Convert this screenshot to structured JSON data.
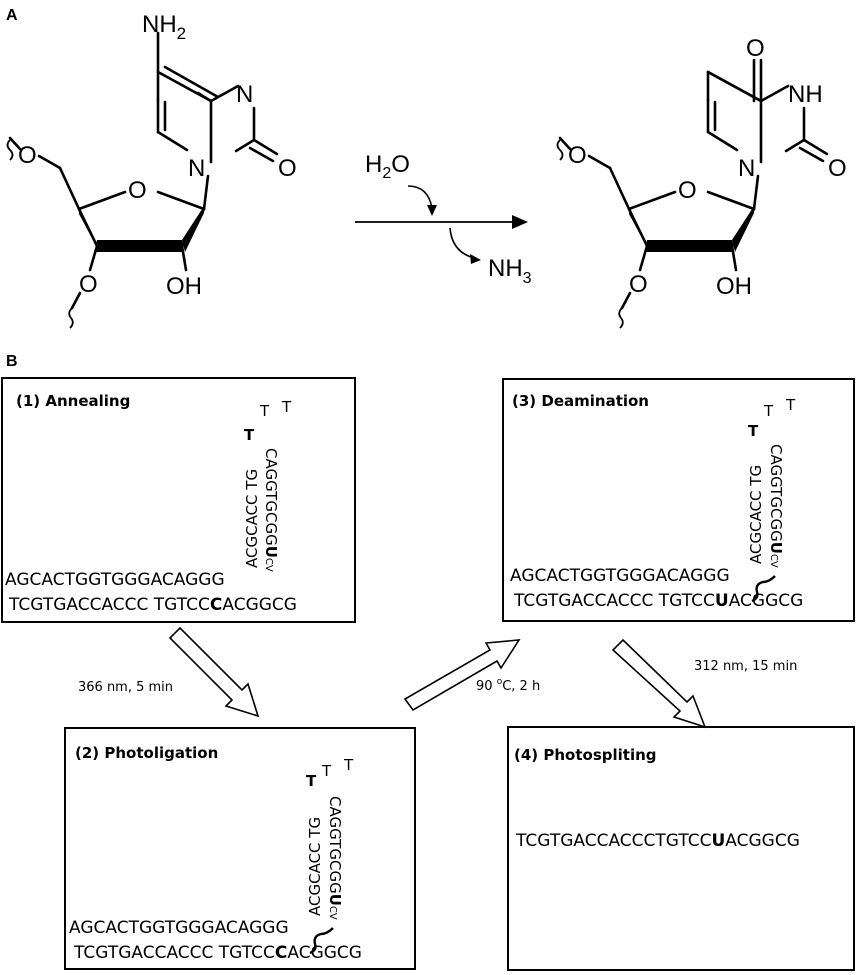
{
  "panel_labels": {
    "a": "A",
    "b": "B"
  },
  "reaction": {
    "left": {
      "amine": "NH",
      "amine_sub": "2",
      "n_ring": "N",
      "n1": "N",
      "o_carbonyl": "O",
      "o_ring": "O",
      "o_5": "O",
      "o_3": "O",
      "oh": "OH"
    },
    "right": {
      "nh": "NH",
      "n1": "N",
      "o_top": "O",
      "o_carbonyl": "O",
      "o_ring": "O",
      "o_5": "O",
      "o_3": "O",
      "oh": "OH"
    },
    "reagent_in": {
      "main": "H",
      "sub": "2",
      "tail": "O"
    },
    "reagent_out": {
      "main": "NH",
      "sub": "3"
    }
  },
  "steps": [
    {
      "title": "(1) Annealing",
      "top": "AGCACTGGTGGGACAGGG",
      "bottom_a": "TCGTGACCACCC TGTCC",
      "bottom_mod": "C",
      "bottom_b": "ACGGCG",
      "stem_up": "ACGCACC TG",
      "stem_down": "CAGGTGCGG",
      "mod": "U",
      "cv": "CV",
      "loop": [
        "T",
        "T",
        "T"
      ]
    },
    {
      "title": "(2) Photoligation",
      "top": "AGCACTGGTGGGACAGGG",
      "bottom_a": "TCGTGACCACCC TGTCC",
      "bottom_mod": "C",
      "bottom_b": "ACGGCG",
      "stem_up": "ACGCACC TG",
      "stem_down": "CAGGTGCGG",
      "mod": "U",
      "cv": "CV",
      "loop": [
        "T",
        "T",
        "T"
      ]
    },
    {
      "title": "(3) Deamination",
      "top": "AGCACTGGTGGGACAGGG",
      "bottom_a": "TCGTGACCACCC TGTCC",
      "bottom_mod": "U",
      "bottom_b": "ACGGCG",
      "stem_up": "ACGCACC TG",
      "stem_down": "CAGGTGCGG",
      "mod": "U",
      "cv": "CV",
      "loop": [
        "T",
        "T",
        "T"
      ]
    },
    {
      "title": "(4) Photospliting",
      "product_a": "TCGTGACCACCCTGTCC",
      "product_mod": "U",
      "product_b": "ACGGCG"
    }
  ],
  "conditions": {
    "step1_2": "366 nm, 5 min",
    "step2_3_main": "90 ",
    "step2_3_deg": "o",
    "step2_3_tail": "C, 2 h",
    "step3_4": "312 nm, 15 min"
  }
}
